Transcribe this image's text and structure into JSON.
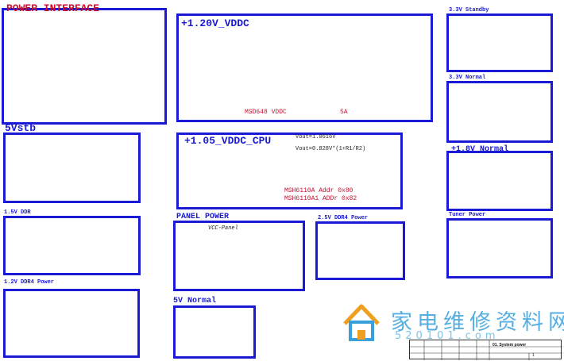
{
  "blocks": {
    "power_interface": {
      "title": "POWER INTERFACE"
    },
    "vddc_120": {
      "title": "+1.20V_VDDC",
      "chip": "MSD648 VDDC",
      "current": "5A"
    },
    "standby_33": {
      "title": "3.3V Standby"
    },
    "normal_33": {
      "title": "3.3V Normal"
    },
    "vstb_5": {
      "title": "5Vstb"
    },
    "vddc_cpu_105": {
      "title": "+1.05_VDDC_CPU",
      "vout1": "Vout=1.0616V",
      "vout2": "Vout=0.828V*(1+R1/R2)",
      "addr1": "MSH6110A  Addr 0x80",
      "addr2": "MSH6110A1 ADDr 0x82"
    },
    "normal_18": {
      "title": "+1.8V_Normal"
    },
    "ddr_15": {
      "title": "1.5V DDR"
    },
    "panel_power": {
      "title": "PANEL POWER",
      "vcc": "VCC-Panel"
    },
    "ddr4_25": {
      "title": "2.5V DDR4 Power"
    },
    "tuner_power": {
      "title": "Tuner Power"
    },
    "ddr4_12": {
      "title": "1.2V DDR4 Power"
    },
    "normal_5v": {
      "title": "5V Normal"
    }
  },
  "watermark": {
    "text": "家电维修资料网",
    "url": "520101.com"
  },
  "title_block": {
    "title": "01. System power",
    "page": "1"
  },
  "colors": {
    "border": "#1a1ad6",
    "title_red": "#c8102e",
    "title_blue": "#1a1ad6",
    "net": "#1a1ad6",
    "ground": "#c8102e",
    "component": "#2a8a2a"
  }
}
